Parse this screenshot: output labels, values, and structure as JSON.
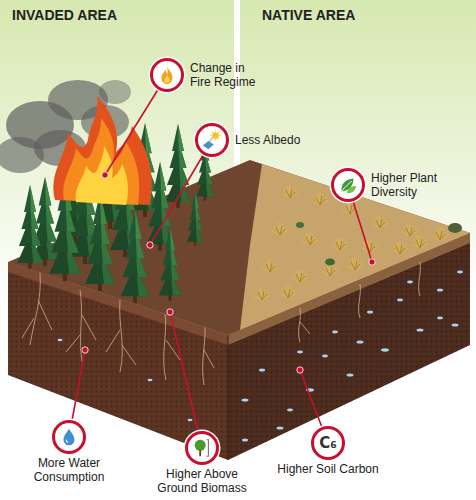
{
  "diagram": {
    "nodes": [
      {
        "text": [
          "Change in Fire Regime"
        ]
      },
      {
        "text": [
          "Less Albedo"
        ]
      },
      {
        "text": [
          "Higher Plant Diversity"
        ]
      },
      {
        "text": [
          "More Water Consumption"
        ]
      },
      {
        "text": [
          "Higher Above Ground Biomass"
        ]
      },
      {
        "text": [
          "C₆",
          "Higher Soil Carbon"
        ]
      }
    ],
    "labels": [
      "INVADED AREA",
      "NATIVE AREA"
    ]
  }
}
